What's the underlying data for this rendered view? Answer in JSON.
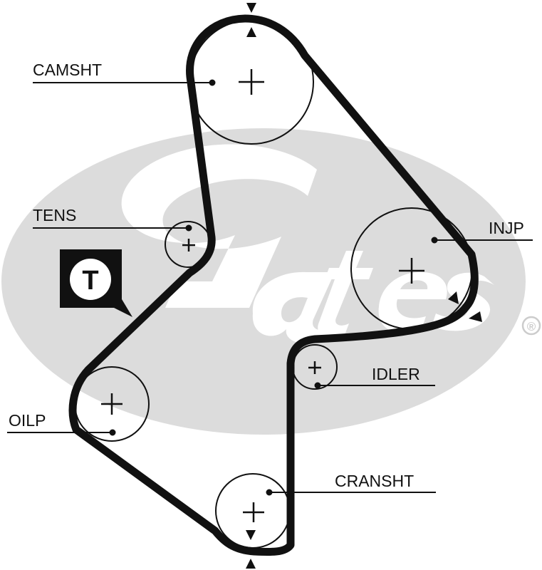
{
  "diagram": {
    "brand_logo": "Gates",
    "registered_mark": "®",
    "tensioner_badge": "T",
    "colors": {
      "belt": "#111111",
      "logo": "#dcdcdc",
      "line": "#111111",
      "badge_bg": "#111111",
      "badge_fg": "#ffffff"
    },
    "pulleys": [
      {
        "id": "camshaft",
        "label": "CAMSHT"
      },
      {
        "id": "tensioner",
        "label": "TENS"
      },
      {
        "id": "injection-pump",
        "label": "INJP"
      },
      {
        "id": "idler",
        "label": "IDLER"
      },
      {
        "id": "oil-pump",
        "label": "OILP"
      },
      {
        "id": "crankshaft",
        "label": "CRANSHT"
      }
    ]
  }
}
